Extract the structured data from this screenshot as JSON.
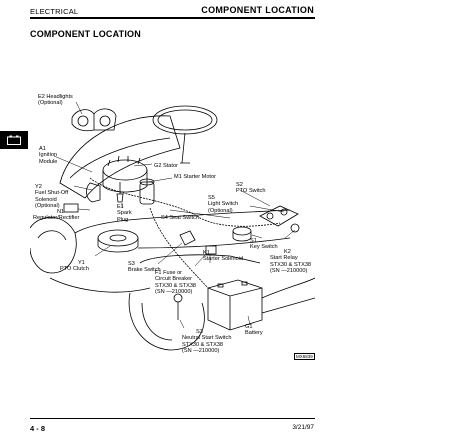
{
  "header": {
    "section": "ELECTRICAL",
    "title": "COMPONENT LOCATION"
  },
  "page_title": "COMPONENT LOCATION",
  "labels": {
    "e2": [
      "E2 Headlights",
      "(Optional)"
    ],
    "a1": [
      "A1",
      "Ignition",
      "Module"
    ],
    "y2": [
      "Y2",
      "Fuel Shut-Off",
      "Solenoid",
      "(Optional)"
    ],
    "n1": [
      "N1",
      "Regulator/Rectifier"
    ],
    "g2": [
      "G2 Stator"
    ],
    "m1": [
      "M1 Starter Motor"
    ],
    "e1": [
      "E1",
      "Spark",
      "Plug"
    ],
    "s2": [
      "S2",
      "PTO Switch"
    ],
    "s5": [
      "S5",
      "Light Switch",
      "(Optional)"
    ],
    "s4": [
      "S4 Seat Switch"
    ],
    "s1": [
      "S1",
      "Key Switch"
    ],
    "y1": [
      "Y1",
      "PTO Clutch"
    ],
    "s3top": [
      "S3",
      "Brake Switch"
    ],
    "k1": [
      "K1",
      "Starter Solenoid"
    ],
    "k2": [
      "K2",
      "Start Relay",
      "STX30 & STX38",
      "(SN —210000)"
    ],
    "f1": [
      "F1 Fuse or",
      "Circuit Breaker",
      "STX30 & STX38",
      "(SN —210000)"
    ],
    "g1": [
      "G1",
      "Battery"
    ],
    "s3bottom": [
      "S3",
      "Neutral Start Switch",
      "STX30 & STX38",
      "(SN —210000)"
    ]
  },
  "figure_ref": "MX6839",
  "footer": {
    "page": "4 - 8",
    "date": "3/21/97"
  },
  "side_tab_icon": "battery-icon"
}
